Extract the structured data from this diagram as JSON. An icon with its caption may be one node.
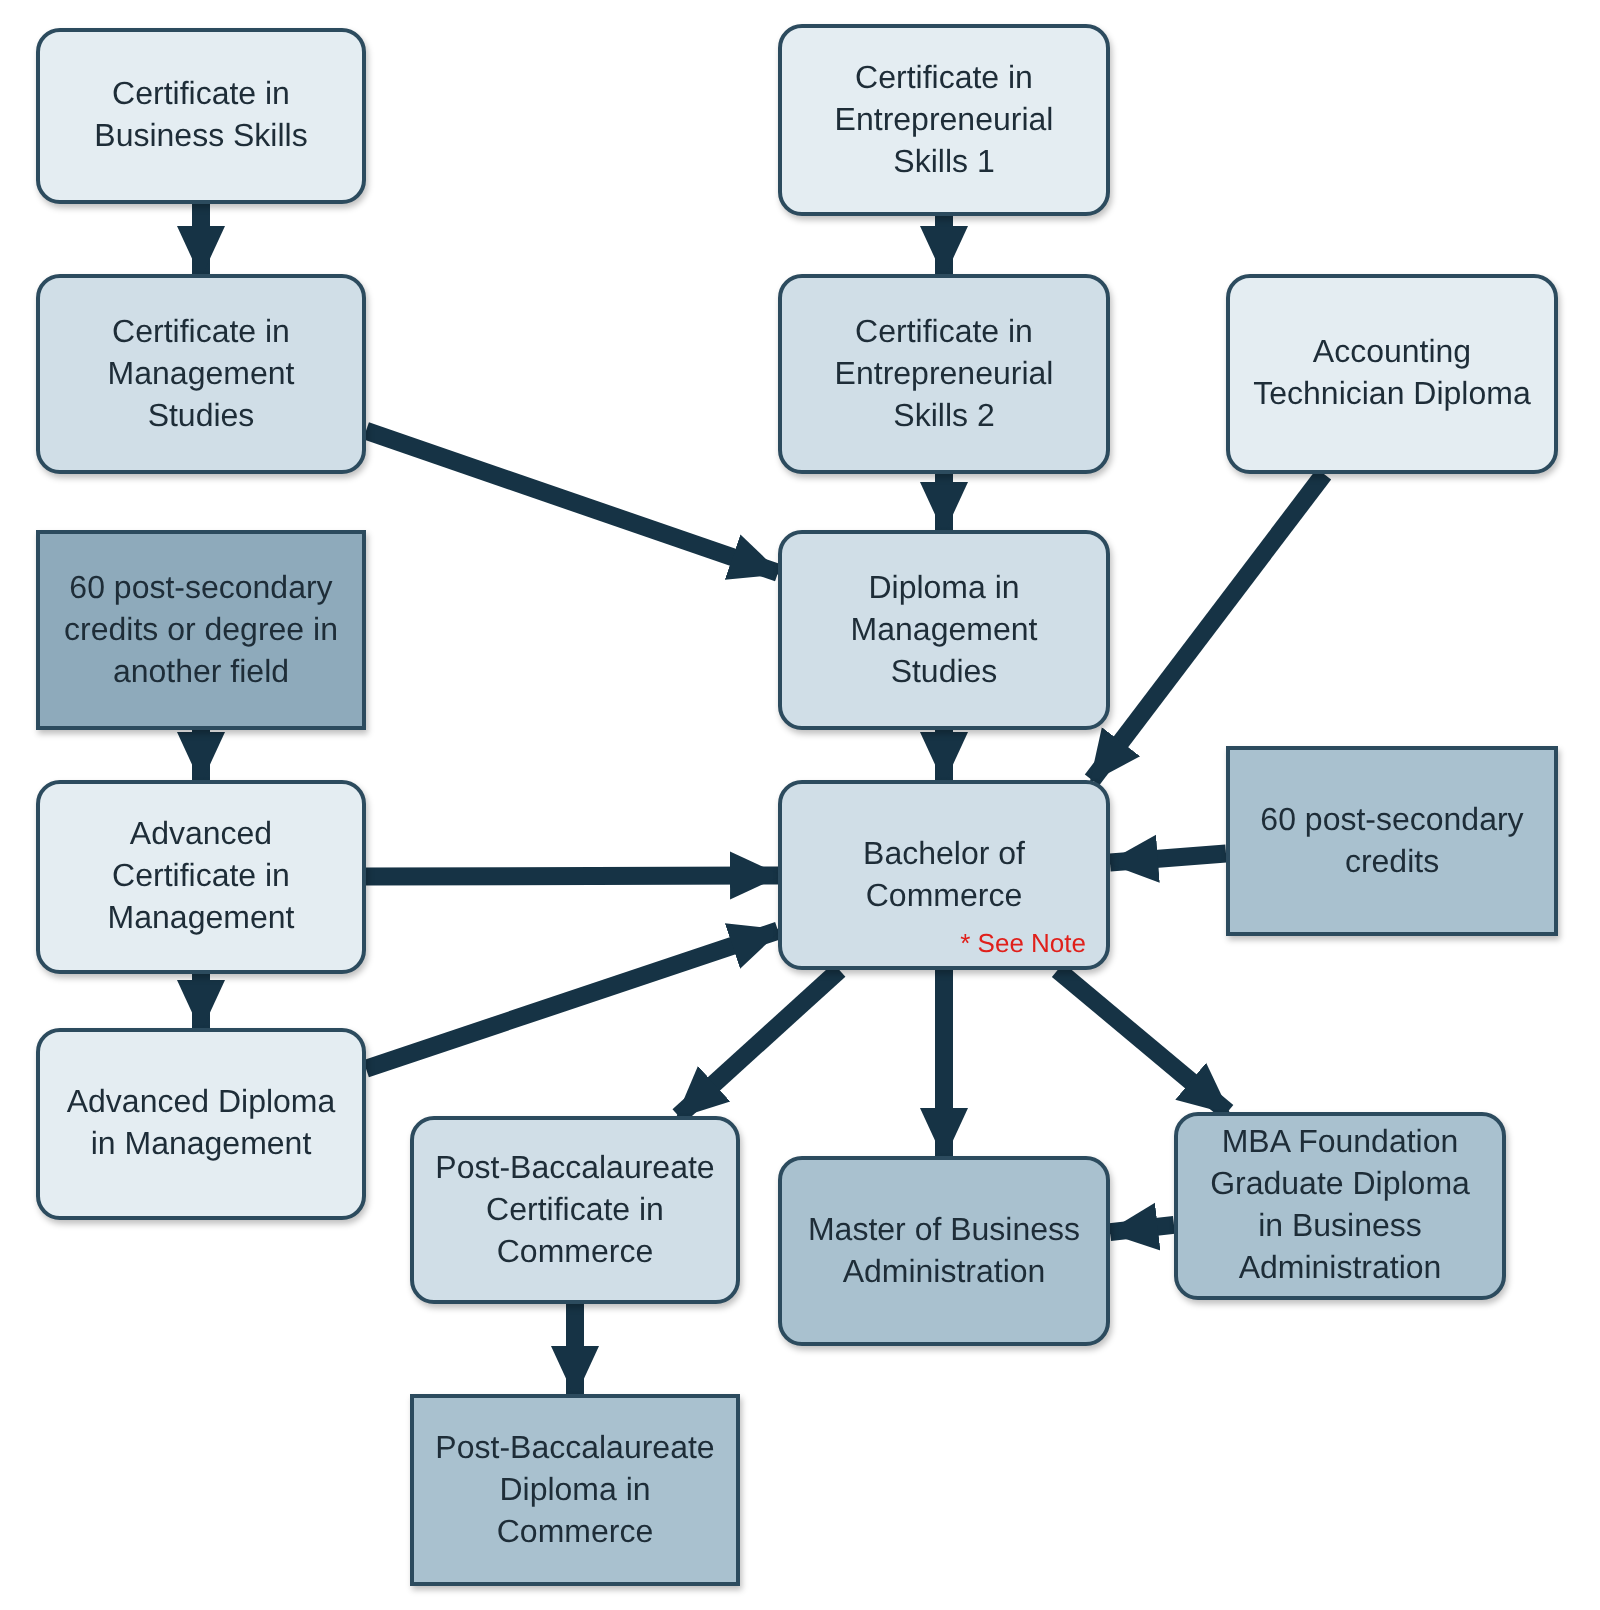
{
  "diagram": {
    "nodes": [
      {
        "text": [
          "Certificate in Business Skills"
        ]
      },
      {
        "text": [
          "Certificate in Entrepreneurial Skills 1"
        ]
      },
      {
        "text": [
          "Certificate in Management Studies"
        ]
      },
      {
        "text": [
          "Certificate in Entrepreneurial Skills 2"
        ]
      },
      {
        "text": [
          "Accounting Technician Diploma"
        ]
      },
      {
        "text": [
          "60 post-secondary credits or degree in another field"
        ]
      },
      {
        "text": [
          "Diploma in Management Studies"
        ]
      },
      {
        "text": [
          "Advanced Certificate in Management"
        ]
      },
      {
        "text": [
          "Bachelor of Commerce",
          "* See Note"
        ]
      },
      {
        "text": [
          "60 post-secondary credits"
        ]
      },
      {
        "text": [
          "Advanced Diploma in Management"
        ]
      },
      {
        "text": [
          "Post-Baccalaureate Certificate in Commerce"
        ]
      },
      {
        "text": [
          "Master of Business Administration"
        ]
      },
      {
        "text": [
          "MBA Foundation Graduate Diploma in Business Administration"
        ]
      },
      {
        "text": [
          "Post-Baccalaureate Diploma in Commerce"
        ]
      }
    ],
    "edges": [
      {
        "from": 0,
        "to": 2,
        "arrow": "to"
      },
      {
        "from": 1,
        "to": 3,
        "arrow": "to"
      },
      {
        "from": 2,
        "to": 6,
        "arrow": "to"
      },
      {
        "from": 3,
        "to": 6,
        "arrow": "to"
      },
      {
        "from": 4,
        "to": 8,
        "arrow": "to"
      },
      {
        "from": 5,
        "to": 7,
        "arrow": "to"
      },
      {
        "from": 6,
        "to": 8,
        "arrow": "to"
      },
      {
        "from": 7,
        "to": 8,
        "arrow": "to"
      },
      {
        "from": 7,
        "to": 10,
        "arrow": "to"
      },
      {
        "from": 10,
        "to": 8,
        "arrow": "to"
      },
      {
        "from": 9,
        "to": 8,
        "arrow": "to"
      },
      {
        "from": 8,
        "to": 11,
        "arrow": "to"
      },
      {
        "from": 8,
        "to": 12,
        "arrow": "to"
      },
      {
        "from": 8,
        "to": 13,
        "arrow": "to"
      },
      {
        "from": 13,
        "to": 12,
        "arrow": "to"
      },
      {
        "from": 11,
        "to": 14,
        "arrow": "to"
      }
    ]
  }
}
